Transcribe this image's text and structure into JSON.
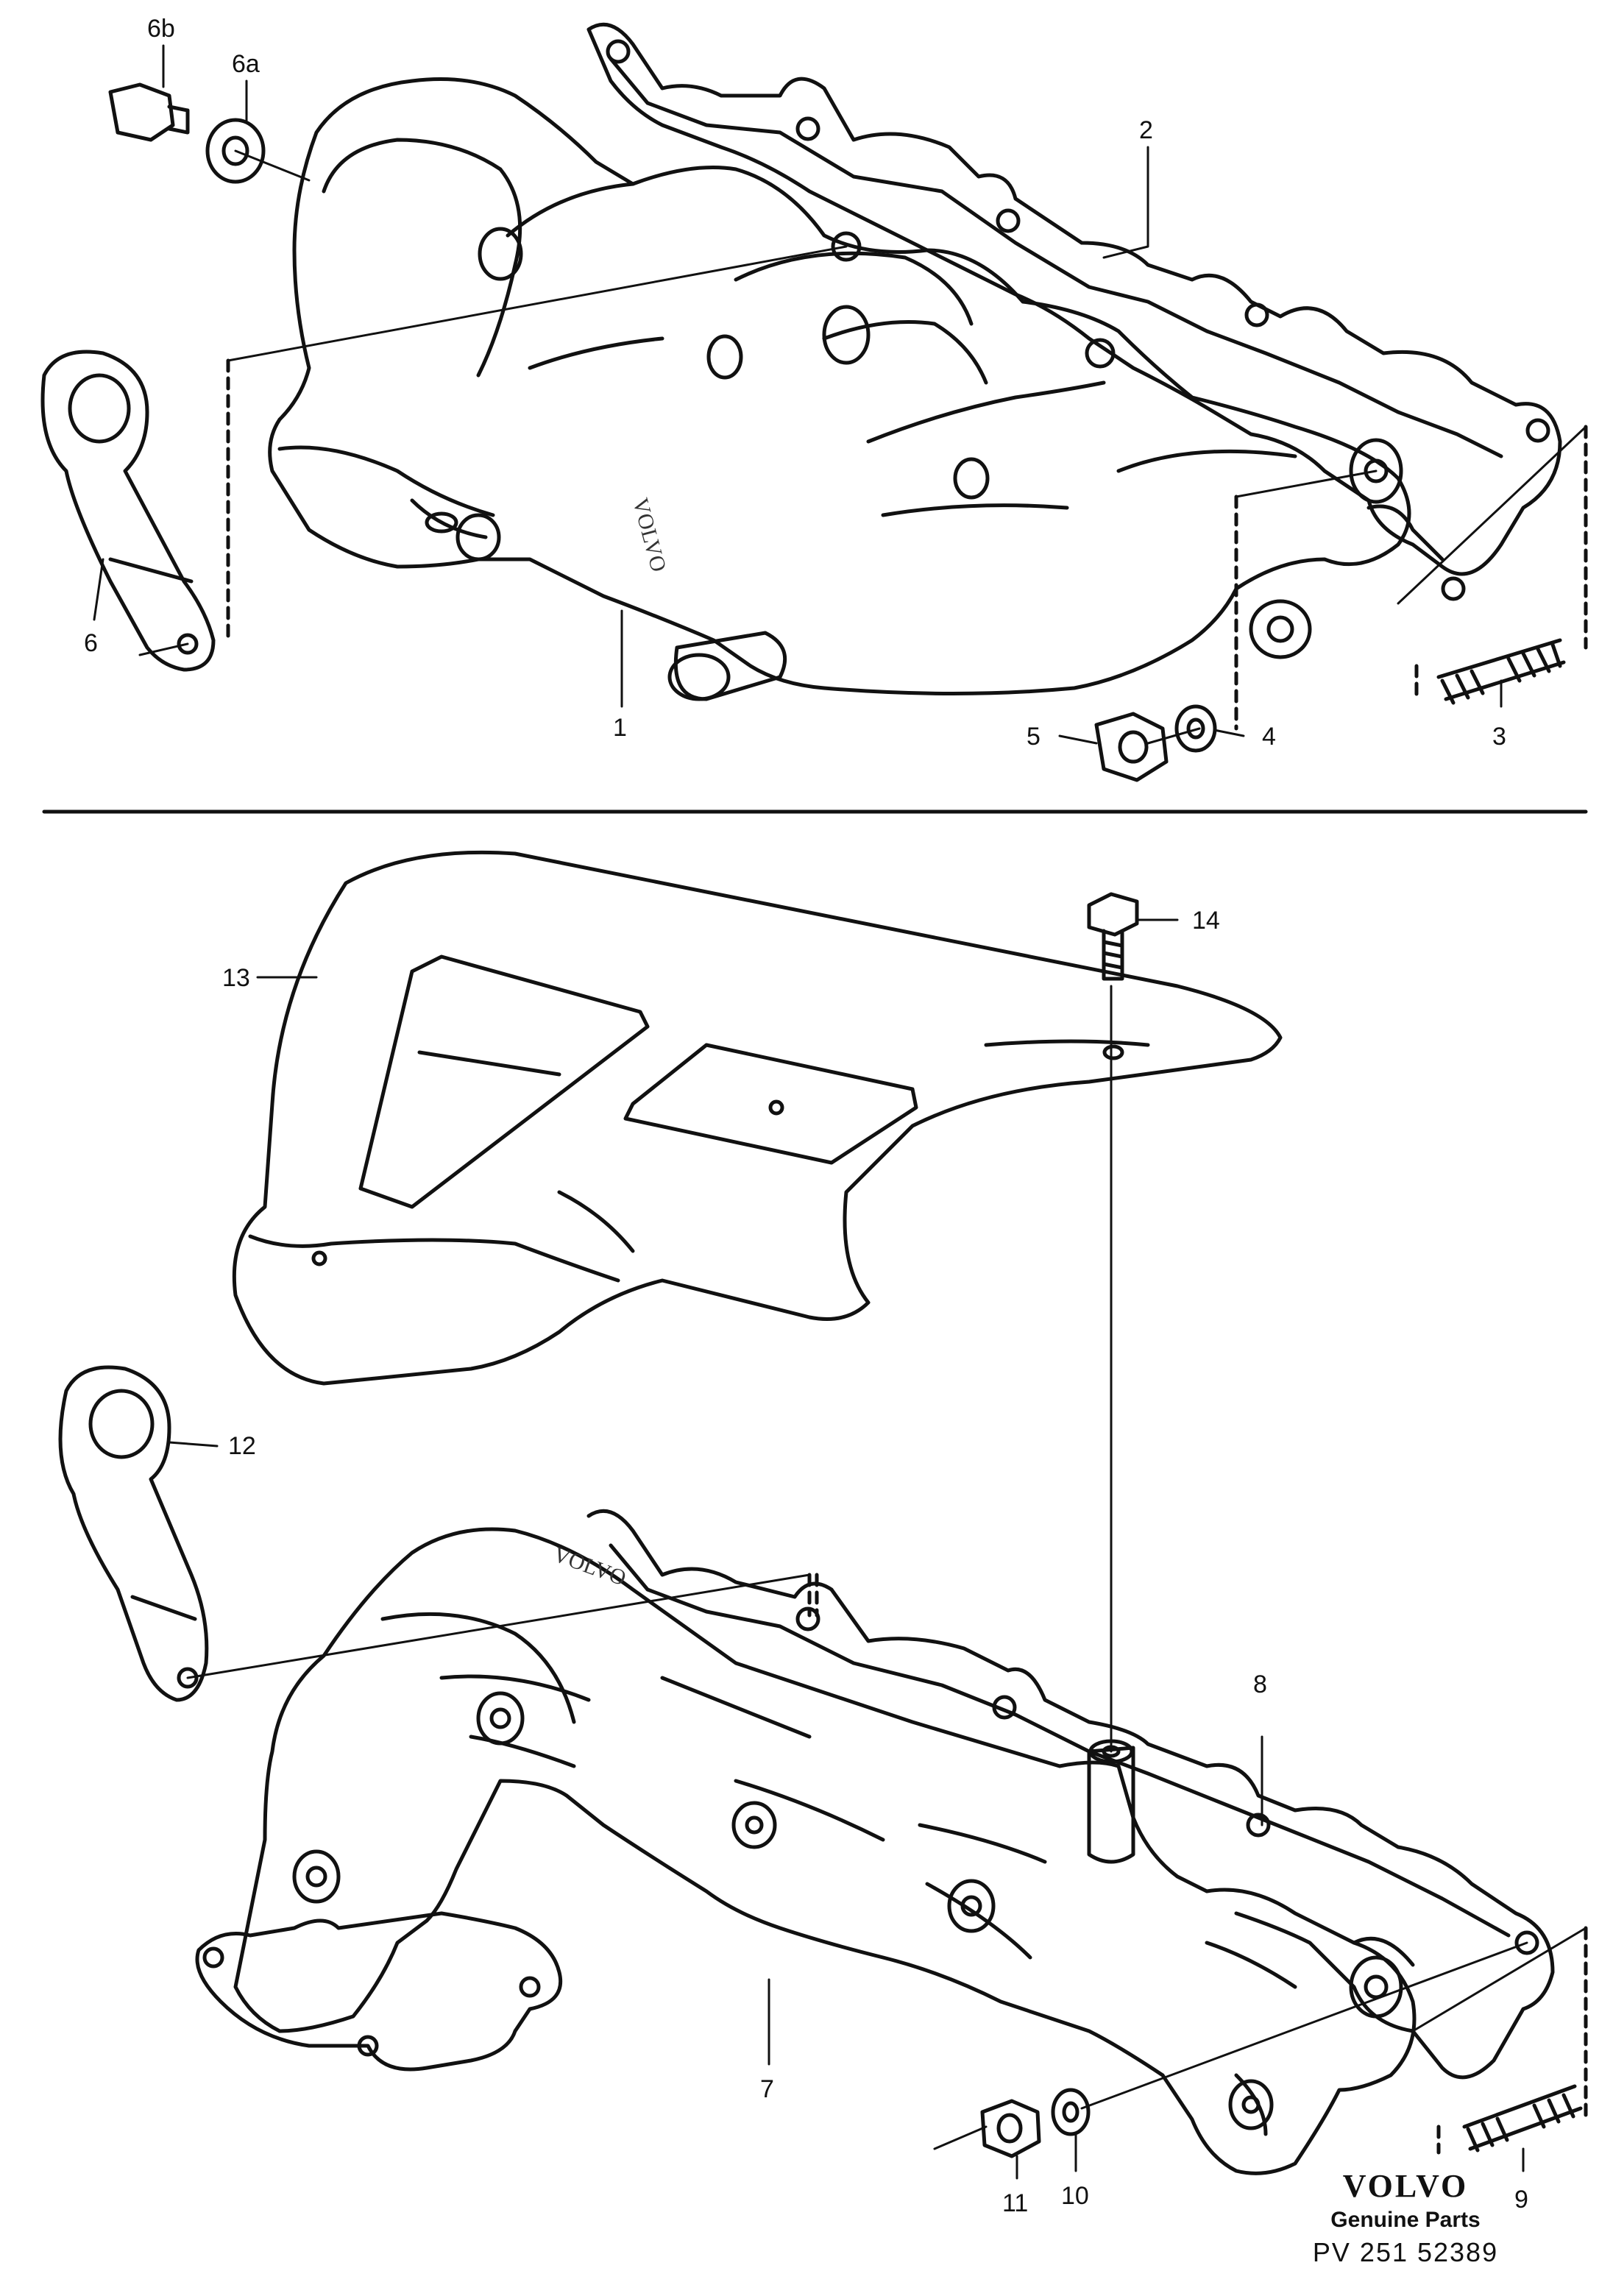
{
  "callouts": {
    "c1": "1",
    "c2": "2",
    "c3": "3",
    "c4": "4",
    "c5": "5",
    "c6": "6",
    "c6a": "6a",
    "c6b": "6b",
    "c7": "7",
    "c8": "8",
    "c9": "9",
    "c10": "10",
    "c11": "11",
    "c12": "12",
    "c13": "13",
    "c14": "14"
  },
  "footer": {
    "brand": "VOLVO",
    "subtitle": "Genuine Parts",
    "doc_number": "PV 251 52389"
  },
  "casting_text": {
    "upper": "VOLVO",
    "lower": "VOLVO"
  }
}
